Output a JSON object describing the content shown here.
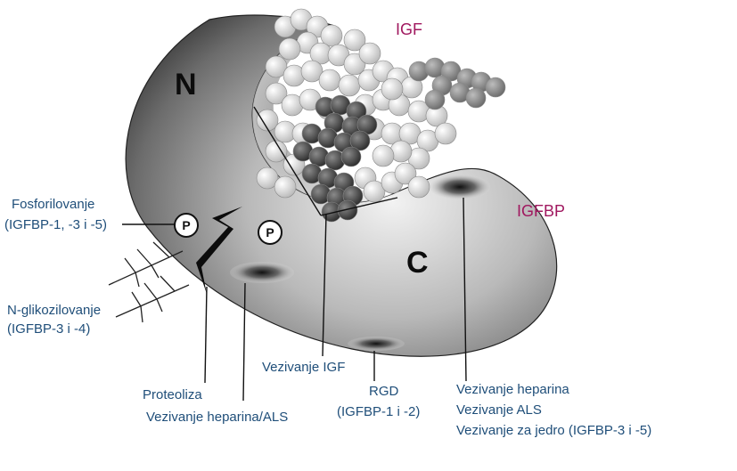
{
  "labels": {
    "igf": "IGF",
    "igfbp": "IGFBP",
    "domain_n": "N",
    "domain_c": "C",
    "p_marker_left": "P",
    "p_marker_right": "P",
    "phosphorylation": "Fosforilovanje",
    "phosphorylation_sub": "(IGFBP-1, -3 i -5)",
    "glycosylation": "N-glikozilovanje",
    "glycosylation_sub": "(IGFBP-3 i -4)",
    "proteolysis": "Proteoliza",
    "heparin_als": "Vezivanje heparina/ALS",
    "igf_binding": "Vezivanje IGF",
    "rgd": "RGD",
    "rgd_sub": "(IGFBP-1 i -2)",
    "heparin": "Vezivanje heparina",
    "als": "Vezivanje ALS",
    "nucleus": "Vezivanje za jedro (IGFBP-3 i -5)"
  },
  "colors": {
    "label_blue": "#1f4e79",
    "magenta": "#a0185f",
    "protein_dark": "#3a3a3a",
    "igf_light": "#e4e4e4",
    "igf_dark": "#454545"
  }
}
